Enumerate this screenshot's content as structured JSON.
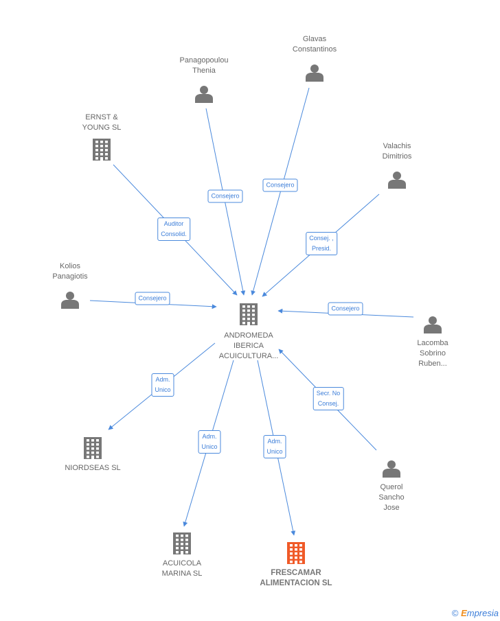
{
  "nodes": [
    {
      "id": "andromeda",
      "kind": "company",
      "label": "ANDROMEDA\nIBERICA\nACUICULTURA..."
    },
    {
      "id": "panagopoulou",
      "kind": "person",
      "label": "Panagopoulou\nThenia"
    },
    {
      "id": "glavas",
      "kind": "person",
      "label": "Glavas\nConstantinos"
    },
    {
      "id": "ernst",
      "kind": "company",
      "label": "ERNST &\nYOUNG SL"
    },
    {
      "id": "valachis",
      "kind": "person",
      "label": "Valachis\nDimitrios"
    },
    {
      "id": "kolios",
      "kind": "person",
      "label": "Kolios\nPanagiotis"
    },
    {
      "id": "lacomba",
      "kind": "person",
      "label": "Lacomba\nSobrino\nRuben..."
    },
    {
      "id": "niordseas",
      "kind": "company",
      "label": "NIORDSEAS SL"
    },
    {
      "id": "acuicola",
      "kind": "company",
      "label": "ACUICOLA\nMARINA SL"
    },
    {
      "id": "frescamar",
      "kind": "company",
      "label": "FRESCAMAR\nALIMENTACION SL",
      "highlight": true
    },
    {
      "id": "querol",
      "kind": "person",
      "label": "Querol\nSancho\nJose"
    }
  ],
  "edges": [
    {
      "from": "panagopoulou",
      "to": "andromeda",
      "label": "Consejero"
    },
    {
      "from": "glavas",
      "to": "andromeda",
      "label": "Consejero"
    },
    {
      "from": "ernst",
      "to": "andromeda",
      "label": "Auditor\nConsolid."
    },
    {
      "from": "valachis",
      "to": "andromeda",
      "label": "Consej. ,\nPresid."
    },
    {
      "from": "kolios",
      "to": "andromeda",
      "label": "Consejero"
    },
    {
      "from": "lacomba",
      "to": "andromeda",
      "label": "Consejero"
    },
    {
      "from": "andromeda",
      "to": "niordseas",
      "label": "Adm.\nUnico"
    },
    {
      "from": "andromeda",
      "to": "acuicola",
      "label": "Adm.\nUnico"
    },
    {
      "from": "andromeda",
      "to": "frescamar",
      "label": "Adm.\nUnico"
    },
    {
      "from": "querol",
      "to": "andromeda",
      "label": "Secr.  No\nConsej."
    }
  ],
  "colors": {
    "edge": "#4a89dc",
    "icon": "#777777",
    "highlight": "#f05a28"
  },
  "footer": {
    "copyright": "©",
    "brand_initial": "E",
    "brand_rest": "mpresia"
  }
}
